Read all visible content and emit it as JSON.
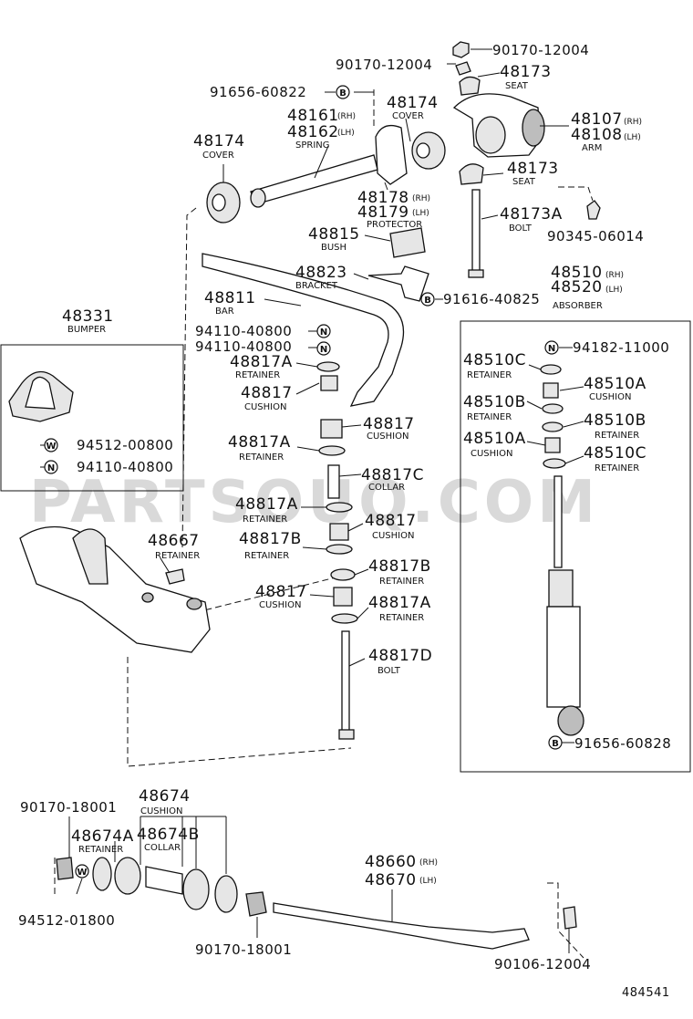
{
  "watermark": "PARTSOUQ.COM",
  "diagram_number": "484541",
  "symbols": {
    "B": "B",
    "N": "N",
    "W": "W"
  },
  "labels": {
    "p_90170_12004_top": "90170-12004",
    "p_90170_12004_left": "90170-12004",
    "p_48173_top": "48173",
    "seat_top": "SEAT",
    "p_91656_60822": "91656-60822",
    "p_48174_right": "48174",
    "cover_right": "COVER",
    "p_48161": "48161",
    "p_48162": "48162",
    "rh": "(RH)",
    "lh": "(LH)",
    "spring": "SPRING",
    "p_48107": "48107",
    "p_48108": "48108",
    "arm": "ARM",
    "p_48174_left": "48174",
    "cover_left": "COVER",
    "p_48178": "48178",
    "p_48179": "48179",
    "protector": "PROTECTOR",
    "p_48173_mid": "48173",
    "seat_mid": "SEAT",
    "p_48173A": "48173A",
    "bolt_top": "BOLT",
    "p_90345_06014": "90345-06014",
    "p_48815": "48815",
    "bush": "BUSH",
    "p_48823": "48823",
    "bracket": "BRACKET",
    "p_91616_40825": "91616-40825",
    "p_48510": "48510",
    "p_48520": "48520",
    "absorber": "ABSORBER",
    "p_48811": "48811",
    "bar": "BAR",
    "p_48331": "48331",
    "bumper": "BUMPER",
    "p_94110_40800_a": "94110-40800",
    "p_94110_40800_b": "94110-40800",
    "p_94182_11000": "94182-11000",
    "p_48817A_1": "48817A",
    "retainer_1": "RETAINER",
    "p_48817_1": "48817",
    "cushion_1": "CUSHION",
    "p_48510C_top": "48510C",
    "retainer_c_top": "RETAINER",
    "p_48510A_top": "48510A",
    "cushion_a_top": "CUSHION",
    "p_48510B_left": "48510B",
    "retainer_b_left": "RETAINER",
    "p_48510B_right": "48510B",
    "retainer_b_right": "RETAINER",
    "p_48510A_left": "48510A",
    "cushion_a_left": "CUSHION",
    "p_48510C_right": "48510C",
    "retainer_c_right": "RETAINER",
    "p_48817_2": "48817",
    "cushion_2": "CUSHION",
    "p_48817A_2": "48817A",
    "retainer_2": "RETAINER",
    "p_94512_00800": "94512-00800",
    "p_94110_40800_c": "94110-40800",
    "p_48817C": "48817C",
    "collar_1": "COLLAR",
    "p_48817A_3": "48817A",
    "retainer_3": "RETAINER",
    "p_48817_3": "48817",
    "cushion_3": "CUSHION",
    "p_48817B_1": "48817B",
    "retainer_4": "RETAINER",
    "p_48667": "48667",
    "retainer_5": "RETAINER",
    "p_48817B_2": "48817B",
    "retainer_6": "RETAINER",
    "p_48817_4": "48817",
    "cushion_4": "CUSHION",
    "p_48817A_4": "48817A",
    "retainer_7": "RETAINER",
    "p_48817D": "48817D",
    "bolt_mid": "BOLT",
    "p_91656_60828": "91656-60828",
    "p_90170_18001_top": "90170-18001",
    "p_48674": "48674",
    "cushion_5": "CUSHION",
    "p_48674A": "48674A",
    "retainer_8": "RETAINER",
    "p_48674B": "48674B",
    "collar_2": "COLLAR",
    "p_48660": "48660",
    "p_48670": "48670",
    "p_94512_01800": "94512-01800",
    "p_90170_18001_bottom": "90170-18001",
    "p_90106_12004": "90106-12004"
  }
}
